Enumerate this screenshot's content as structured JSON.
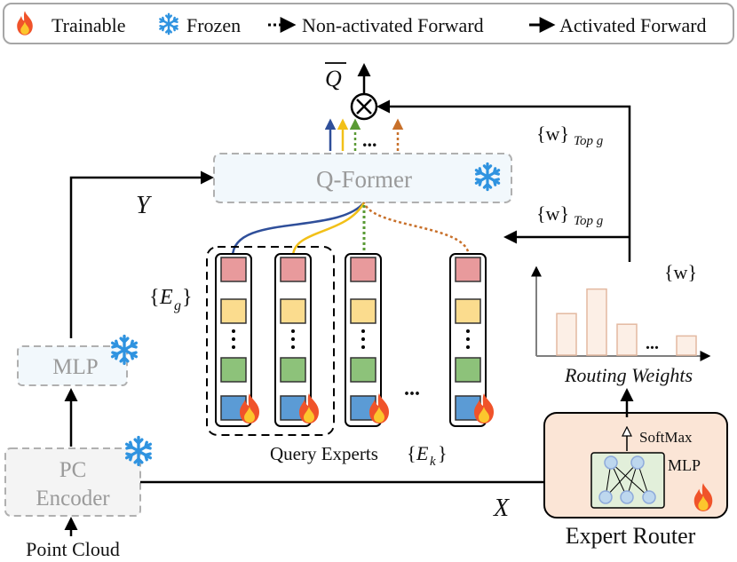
{
  "legend": {
    "trainable": "Trainable",
    "frozen": "Frozen",
    "non_activated": "Non-activated Forward",
    "activated": "Activated Forward"
  },
  "qformer": {
    "label": "Q-Former"
  },
  "mlp_left": {
    "label": "MLP"
  },
  "pc_encoder": {
    "line1": "PC",
    "line2": "Encoder"
  },
  "point_cloud": "Point Cloud",
  "output": {
    "q": "Q"
  },
  "labels": {
    "y": "Y",
    "x": "X",
    "ellipsis": "...",
    "top_g_w": "{w}",
    "top_g_sub": "Top g",
    "w_all": "{w}",
    "eg_brace_open": "{",
    "eg_main": "E",
    "eg_sub": "g",
    "eg_brace_close": "}",
    "routing_weights": "Routing Weights",
    "query_experts": "Query Experts",
    "ek_brace_open": "{",
    "ek_main": "E",
    "ek_sub": "k",
    "ek_brace_close": "}"
  },
  "router": {
    "softmax": "SoftMax",
    "mlp": "MLP",
    "title": "Expert Router"
  },
  "routing_weights_values": [
    0.39,
    0.62,
    0.29,
    0.18
  ],
  "colors": {
    "expert_red": "#e89a9c",
    "expert_yellow": "#fbdc8e",
    "expert_green": "#8dc27a",
    "expert_blue": "#5b9bd5",
    "line_blue": "#2f4f9a",
    "line_yellow": "#f2c018",
    "line_green": "#5a9a34",
    "line_orange": "#c8702a",
    "router_bg": "#fbe5d6",
    "mlp_bg": "#e2efda"
  }
}
